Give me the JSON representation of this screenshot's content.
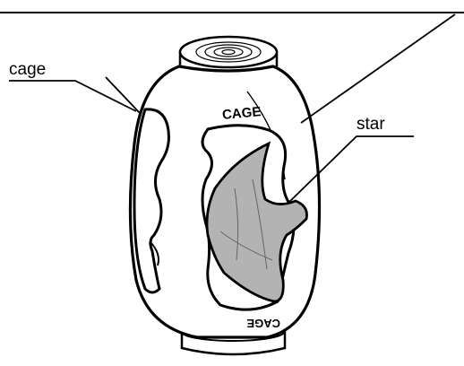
{
  "labels": {
    "cage": "cage",
    "star": "star"
  },
  "embossed_text": {
    "top": "CAGE",
    "bottom": "CAGE"
  },
  "colors": {
    "line": "#000000",
    "star_fill": "#b3b3b3",
    "background": "#ffffff"
  }
}
